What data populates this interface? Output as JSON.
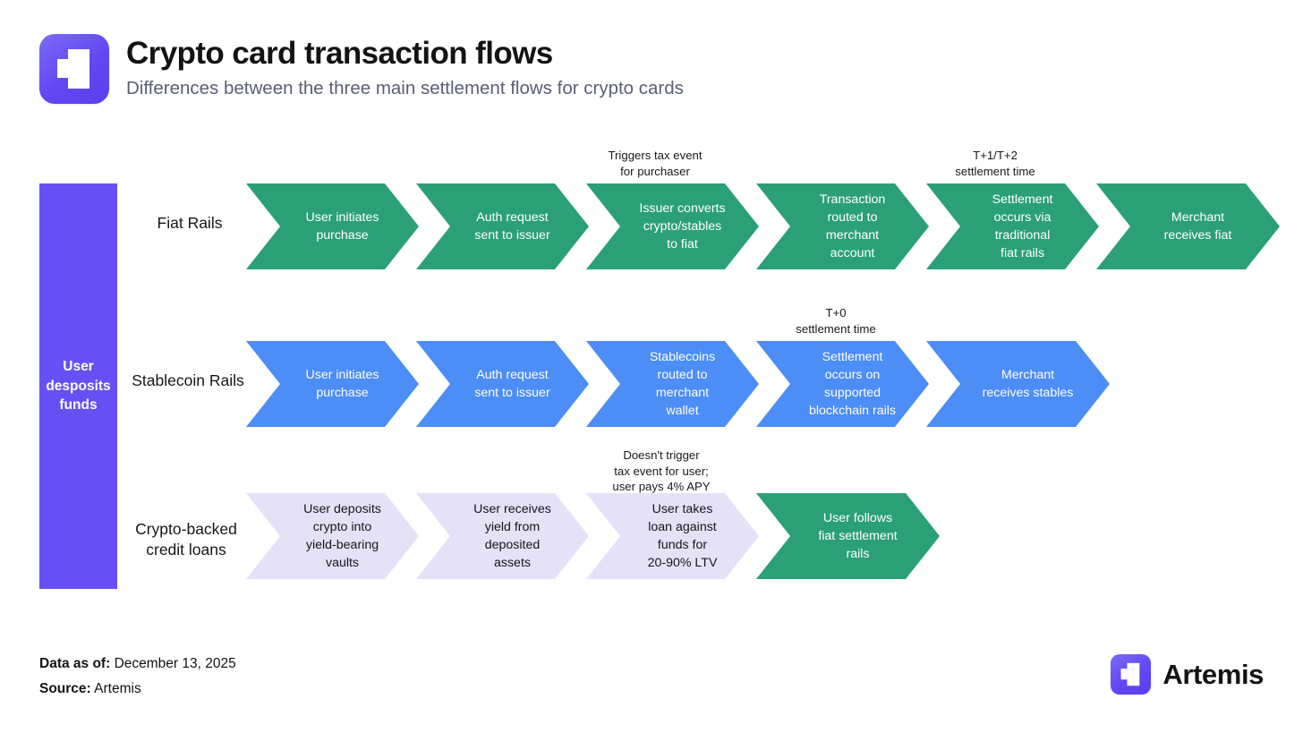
{
  "header": {
    "title": "Crypto card transaction flows",
    "subtitle": "Differences between the three main settlement flows for crypto cards",
    "logo_icon": "artemis-logo-icon"
  },
  "colors": {
    "purple": "#6750F3",
    "green": "#2BA077",
    "blue": "#4C8DF6",
    "lavender": "#E5E1F7",
    "title_text": "#131313",
    "subtitle_text": "#5A5F74"
  },
  "funds_bar": {
    "label": "User\ndesposits\nfunds"
  },
  "chart_data": {
    "type": "diagram",
    "title": "Crypto card transaction flows",
    "subtitle": "Differences between the three main settlement flows for crypto cards",
    "entry_node": "User desposits funds",
    "rows": [
      {
        "label": "Fiat Rails",
        "color": "#2BA077",
        "steps": [
          {
            "text": "User initiates\npurchase",
            "color": "green"
          },
          {
            "text": "Auth request\nsent to issuer",
            "color": "green"
          },
          {
            "text": "Issuer converts\ncrypto/stables\nto fiat",
            "color": "green"
          },
          {
            "text": "Transaction\nrouted to\nmerchant\naccount",
            "color": "green"
          },
          {
            "text": "Settlement\noccurs via\ntraditional\nfiat rails",
            "color": "green"
          },
          {
            "text": "Merchant\nreceives fiat",
            "color": "green"
          }
        ],
        "annotations": [
          {
            "text": "Triggers tax event\nfor purchaser",
            "above_step": 2
          },
          {
            "text": "T+1/T+2\nsettlement time",
            "above_step": 4
          }
        ]
      },
      {
        "label": "Stablecoin Rails",
        "color": "#4C8DF6",
        "steps": [
          {
            "text": "User initiates\npurchase",
            "color": "blue"
          },
          {
            "text": "Auth request\nsent to issuer",
            "color": "blue"
          },
          {
            "text": "Stablecoins\nrouted to\nmerchant\nwallet",
            "color": "blue"
          },
          {
            "text": "Settlement\noccurs on\nsupported\nblockchain rails",
            "color": "blue"
          },
          {
            "text": "Merchant\nreceives stables",
            "color": "blue"
          }
        ],
        "annotations": [
          {
            "text": "T+0\nsettlement time",
            "above_step": 3
          }
        ]
      },
      {
        "label": "Crypto-backed\ncredit loans",
        "color": "#E5E1F7",
        "steps": [
          {
            "text": "User deposits\ncrypto into\nyield-bearing\nvaults",
            "color": "lav"
          },
          {
            "text": "User receives\nyield from\ndeposited\nassets",
            "color": "lav"
          },
          {
            "text": "User takes\nloan against\nfunds for\n20-90% LTV",
            "color": "lav"
          },
          {
            "text": "User follows\nfiat settlement\nrails",
            "color": "green"
          }
        ],
        "annotations": [
          {
            "text": "Doesn't trigger\ntax event for user;\nuser pays 4% APY",
            "above_step": 2
          }
        ]
      }
    ]
  },
  "footer": {
    "data_as_of_label": "Data as of:",
    "data_as_of_value": "December 13, 2025",
    "source_label": "Source:",
    "source_value": "Artemis",
    "brand_name": "Artemis",
    "brand_icon": "artemis-logo-icon"
  }
}
